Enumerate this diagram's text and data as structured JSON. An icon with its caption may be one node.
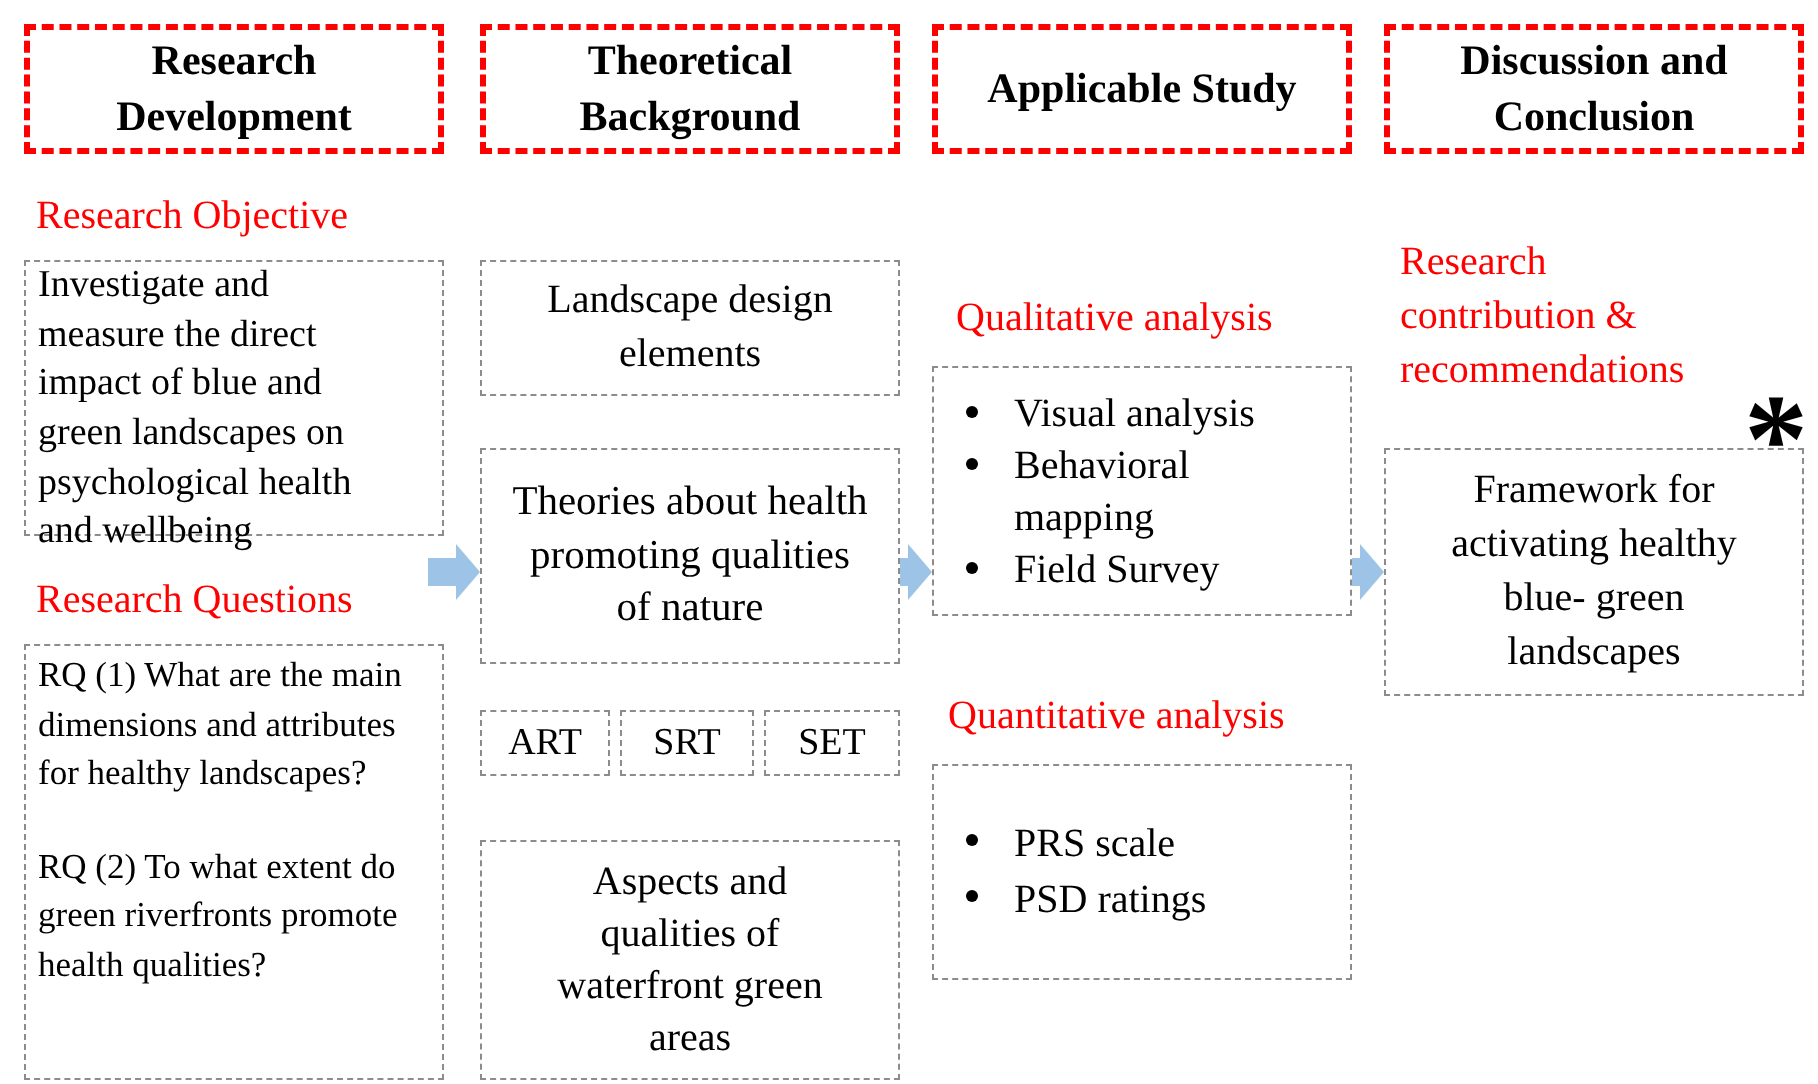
{
  "diagram": {
    "nodes": [
      {
        "text": [
          "Research Development"
        ]
      },
      {
        "text": [
          "Theoretical Background"
        ]
      },
      {
        "text": [
          "Applicable Study"
        ]
      },
      {
        "text": [
          "Discussion and Conclusion"
        ]
      },
      {
        "text": [
          "Research Objective",
          "Investigate and measure the direct impact of blue and green landscapes on psychological health and wellbeing"
        ]
      },
      {
        "text": [
          "Research Questions",
          "RQ (1) What are the main dimensions and attributes for healthy landscapes?",
          "RQ (2) To  what extent do green riverfronts promote health qualities?"
        ]
      },
      {
        "text": [
          "Landscape design elements"
        ]
      },
      {
        "text": [
          "Theories about health promoting qualities of nature"
        ]
      },
      {
        "text": [
          "ART"
        ]
      },
      {
        "text": [
          "SRT"
        ]
      },
      {
        "text": [
          "SET"
        ]
      },
      {
        "text": [
          "Aspects and qualities of waterfront green areas"
        ]
      },
      {
        "text": [
          "Qualitative analysis",
          "Visual analysis",
          "Behavioral mapping",
          "Field Survey"
        ]
      },
      {
        "text": [
          "Quantitative analysis",
          "PRS scale",
          "PSD ratings"
        ]
      },
      {
        "text": [
          "Research contribution & recommendations",
          "Framework for activating healthy blue- green landscapes"
        ]
      }
    ],
    "edges": [
      {
        "from": null,
        "to": 7,
        "arrow": "to"
      },
      {
        "from": 7,
        "to": 12,
        "arrow": "to"
      },
      {
        "from": 12,
        "to": 14,
        "arrow": "to"
      }
    ],
    "labels": [
      "*"
    ]
  }
}
